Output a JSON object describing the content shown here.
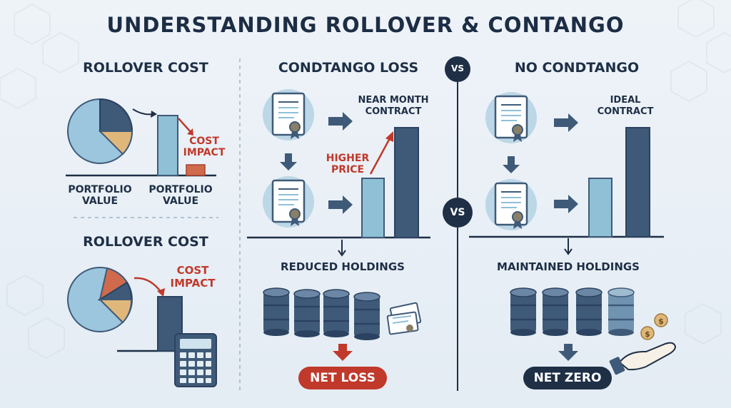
{
  "title": "UNDERSTANDING ROLLOVER & CONTANGO",
  "left": {
    "top_panel": {
      "heading": "ROLLOVER COST",
      "cost_impact": [
        "COST",
        "IMPACT"
      ],
      "labels": [
        [
          "PORTFOLIO",
          "VALUE"
        ],
        [
          "PORTFOLIO",
          "VALUE"
        ]
      ]
    },
    "bottom_panel": {
      "heading": "ROLLOVER COST",
      "cost_impact": [
        "COST",
        "IMPACT"
      ]
    }
  },
  "middle": {
    "heading": "CONDTANGO LOSS",
    "contract_label": [
      "NEAR MONTH",
      "CONTRACT"
    ],
    "higher_price": [
      "HIGHER",
      "PRICE"
    ],
    "holdings_label": "REDUCED HOLDINGS",
    "result": "NET LOSS"
  },
  "vs_labels": [
    "VS",
    "VS"
  ],
  "right": {
    "heading": "NO CONDTANGO",
    "contract_label": [
      "IDEAL",
      "CONTRACT"
    ],
    "holdings_label": "MAINTAINED HOLDINGS",
    "result": "NET ZERO"
  },
  "colors": {
    "navy": "#3f5a78",
    "light_blue": "#8fc0d6",
    "tan": "#e0b77a",
    "red": "#c0392b",
    "accent_red": "#cf6a4c"
  }
}
